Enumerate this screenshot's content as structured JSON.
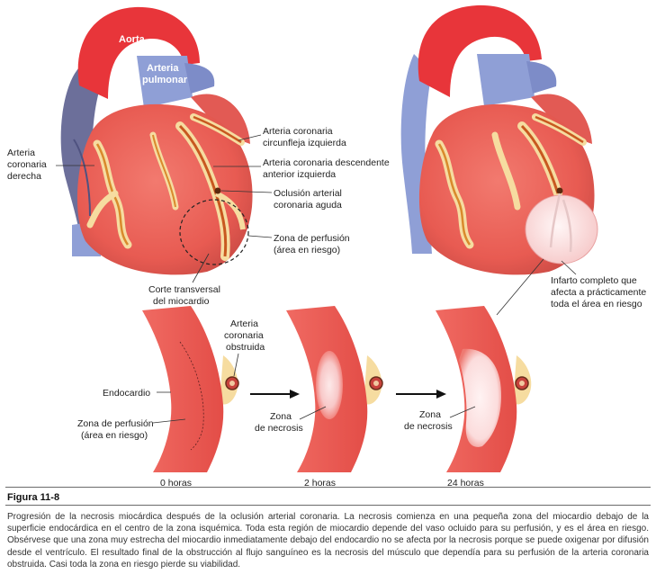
{
  "labels": {
    "aorta": "Aorta",
    "pulmonary_1": "Arteria",
    "pulmonary_2": "pulmonar",
    "right_coronary": [
      "Arteria",
      "coronaria",
      "derecha"
    ],
    "circumflex": [
      "Arteria coronaria",
      "circunfleja izquierda"
    ],
    "lad": [
      "Arteria coronaria descendente",
      "anterior izquierda"
    ],
    "occlusion": [
      "Oclusión arterial",
      "coronaria aguda"
    ],
    "perfusion_zone": [
      "Zona de perfusión",
      "(área en riesgo)"
    ],
    "cross_section": [
      "Corte transversal",
      "del miocardio"
    ],
    "obstructed_artery": [
      "Arteria",
      "coronaria",
      "obstruida"
    ],
    "endocardium": "Endocardio",
    "perfusion_zone_2": [
      "Zona de perfusión",
      "(área en riesgo)"
    ],
    "necrosis_zone_2h": [
      "Zona",
      "de necrosis"
    ],
    "necrosis_zone_24h": [
      "Zona",
      "de necrosis"
    ],
    "complete_infarct": [
      "Infarto completo que",
      "afecta a prácticamente",
      "toda el área en riesgo"
    ]
  },
  "timepoints": [
    "0 horas",
    "2 horas",
    "24 horas"
  ],
  "figure_title": "Figura 11-8",
  "caption": "Progresión de la necrosis miocárdica después de la oclusión arterial coronaria. La necrosis comienza en una pequeña zona del miocardio debajo de la superficie endocárdica en el centro de la zona isquémica. Toda esta región de miocardio depende del vaso ocluido para su perfusión, y es el área en riesgo. Obsérvese que una zona muy estrecha del miocardio inmediatamente debajo del endocardio no se afecta por la necrosis porque se puede oxigenar por difusión desde el ventrículo. El resultado final de la obstrucción al flujo sanguíneo es la necrosis del músculo que dependía para su perfusión de la arteria coronaria obstruida. Casi toda la zona en riesgo pierde su viabilidad.",
  "colors": {
    "myocardium": "#ee5c55",
    "myocardium_dark": "#c7423c",
    "aorta": "#e8353a",
    "pulmonary": "#8f9fd6",
    "vein": "#6c6f9a",
    "fat": "#f6dca0",
    "necrosis": "#fbe3e3",
    "rule": "#6b6b6b"
  }
}
